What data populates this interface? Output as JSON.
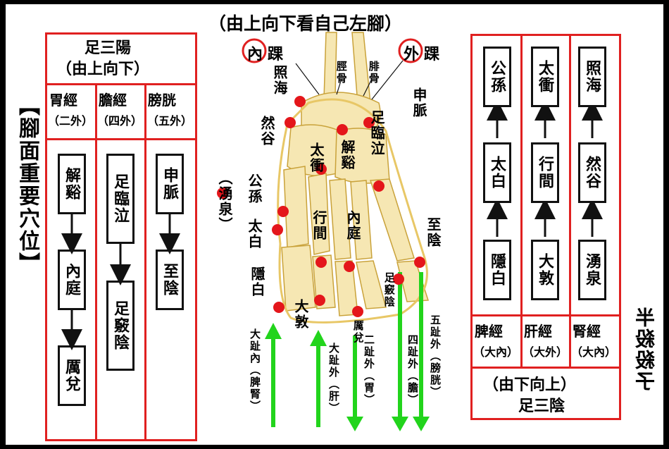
{
  "title": "（由上向下看自己左腳）",
  "side_title": "【腳面重要穴位】",
  "mirror_text": "半殺殺子",
  "ankle_inner": "內",
  "ankle_inner_suffix": "踝",
  "ankle_outer": "外",
  "ankle_outer_suffix": "踝",
  "left_panel": {
    "header": "足三陽",
    "subheader": "（由上向下）",
    "columns": [
      {
        "name": "胃經",
        "side": "（二外）",
        "chain": [
          "解谿",
          "內庭",
          "厲兌"
        ]
      },
      {
        "name": "膽經",
        "side": "（四外）",
        "chain": [
          "足臨泣",
          "足竅陰"
        ]
      },
      {
        "name": "膀胱",
        "side": "（五外）",
        "chain": [
          "申脈",
          "至陰"
        ]
      }
    ]
  },
  "right_panel": {
    "footer": "（由下向上）",
    "footer2": "足三陰",
    "columns": [
      {
        "name": "脾經",
        "side": "（大內）",
        "chain": [
          "隱白",
          "太白",
          "公孫"
        ]
      },
      {
        "name": "肝經",
        "side": "（大外）",
        "chain": [
          "大敦",
          "行間",
          "太衝"
        ]
      },
      {
        "name": "腎經",
        "side": "（大內）",
        "chain": [
          "湧泉",
          "然谷",
          "照海"
        ]
      }
    ]
  },
  "foot_labels": {
    "zhaohai": "照海",
    "rangu": "然谷",
    "gongsun": "公孫",
    "taibai": "太白",
    "yinbai": "隱白",
    "yongquan": "（湧泉）",
    "taichong": "太衝",
    "jiexi": "解谿",
    "xingjian": "行間",
    "neiting": "內庭",
    "dadun": "大敦",
    "lidui": "厲兌",
    "zulinqi": "足臨泣",
    "shenmai": "申脈",
    "zhiyin": "至陰",
    "zuqiaoyin": "足竅陰",
    "jinggu": "脛骨",
    "feigu": "腓骨"
  },
  "toe_labels": {
    "big_in": "大趾內（脾腎）",
    "big_out": "大趾外（肝）",
    "second_out": "二趾外（胃）",
    "fourth_out": "四趾外（膽）",
    "fifth_out": "五趾外（膀胱）"
  },
  "colors": {
    "frame": "#e02020",
    "dot": "#e4161b",
    "arrow_green": "#22d41c",
    "bone": "#f5e6b0"
  }
}
